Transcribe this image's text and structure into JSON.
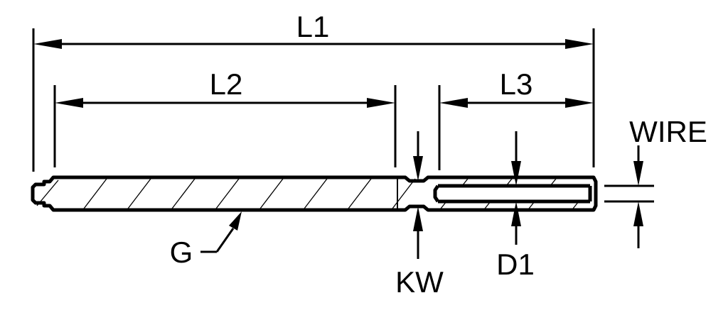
{
  "labels": {
    "l1": "L1",
    "l2": "L2",
    "l3": "L3",
    "wire": "WIRE",
    "g": "G",
    "kw": "KW",
    "d1": "D1"
  },
  "colors": {
    "line": "#000000",
    "background": "#ffffff"
  }
}
